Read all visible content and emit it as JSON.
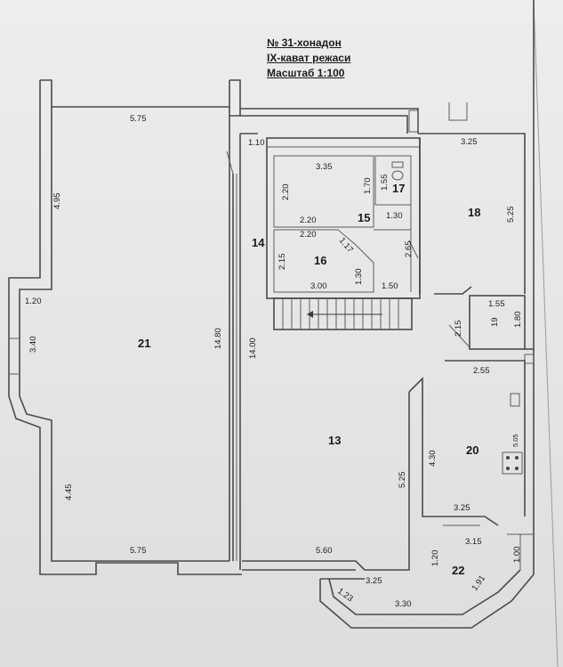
{
  "title": {
    "line1": "№ 31-хонадон",
    "line2": "IX-кават режаси",
    "line3": "Масштаб 1:100"
  },
  "rooms": {
    "r13": "13",
    "r14": "14",
    "r15": "15",
    "r16": "16",
    "r17": "17",
    "r18": "18",
    "r19": "19",
    "r20": "20",
    "r21": "21",
    "r22": "22"
  },
  "dimensions": {
    "d575_top": "5.75",
    "d495": "4.95",
    "d120_left": "1.20",
    "d340": "3.40",
    "d445": "4.45",
    "d575_bottom": "5.75",
    "d1480": "14.80",
    "d1400": "14.00",
    "d110": "1.10",
    "d335": "3.35",
    "d220_v": "2.20",
    "d170": "1.70",
    "d155_v": "1.55",
    "d130_15": "1.30",
    "d220_a": "2.20",
    "d220_b": "2.20",
    "d117": "1.17",
    "d215_16": "2.15",
    "d130_16": "1.30",
    "d300": "3.00",
    "d150": "1.50",
    "d265": "2.65",
    "d325_18": "3.25",
    "d525_18": "5.25",
    "d155_19": "1.55",
    "d180": "1.80",
    "d215_19": "2.15",
    "d255": "2.55",
    "d430": "4.30",
    "d505": "5.05",
    "d525_13": "5.25",
    "d325_20": "3.25",
    "d560": "5.60",
    "d315": "3.15",
    "d120_22": "1.20",
    "d100": "1.00",
    "d325_22": "3.25",
    "d123": "1.23",
    "d330": "3.30",
    "d191": "1.91"
  }
}
